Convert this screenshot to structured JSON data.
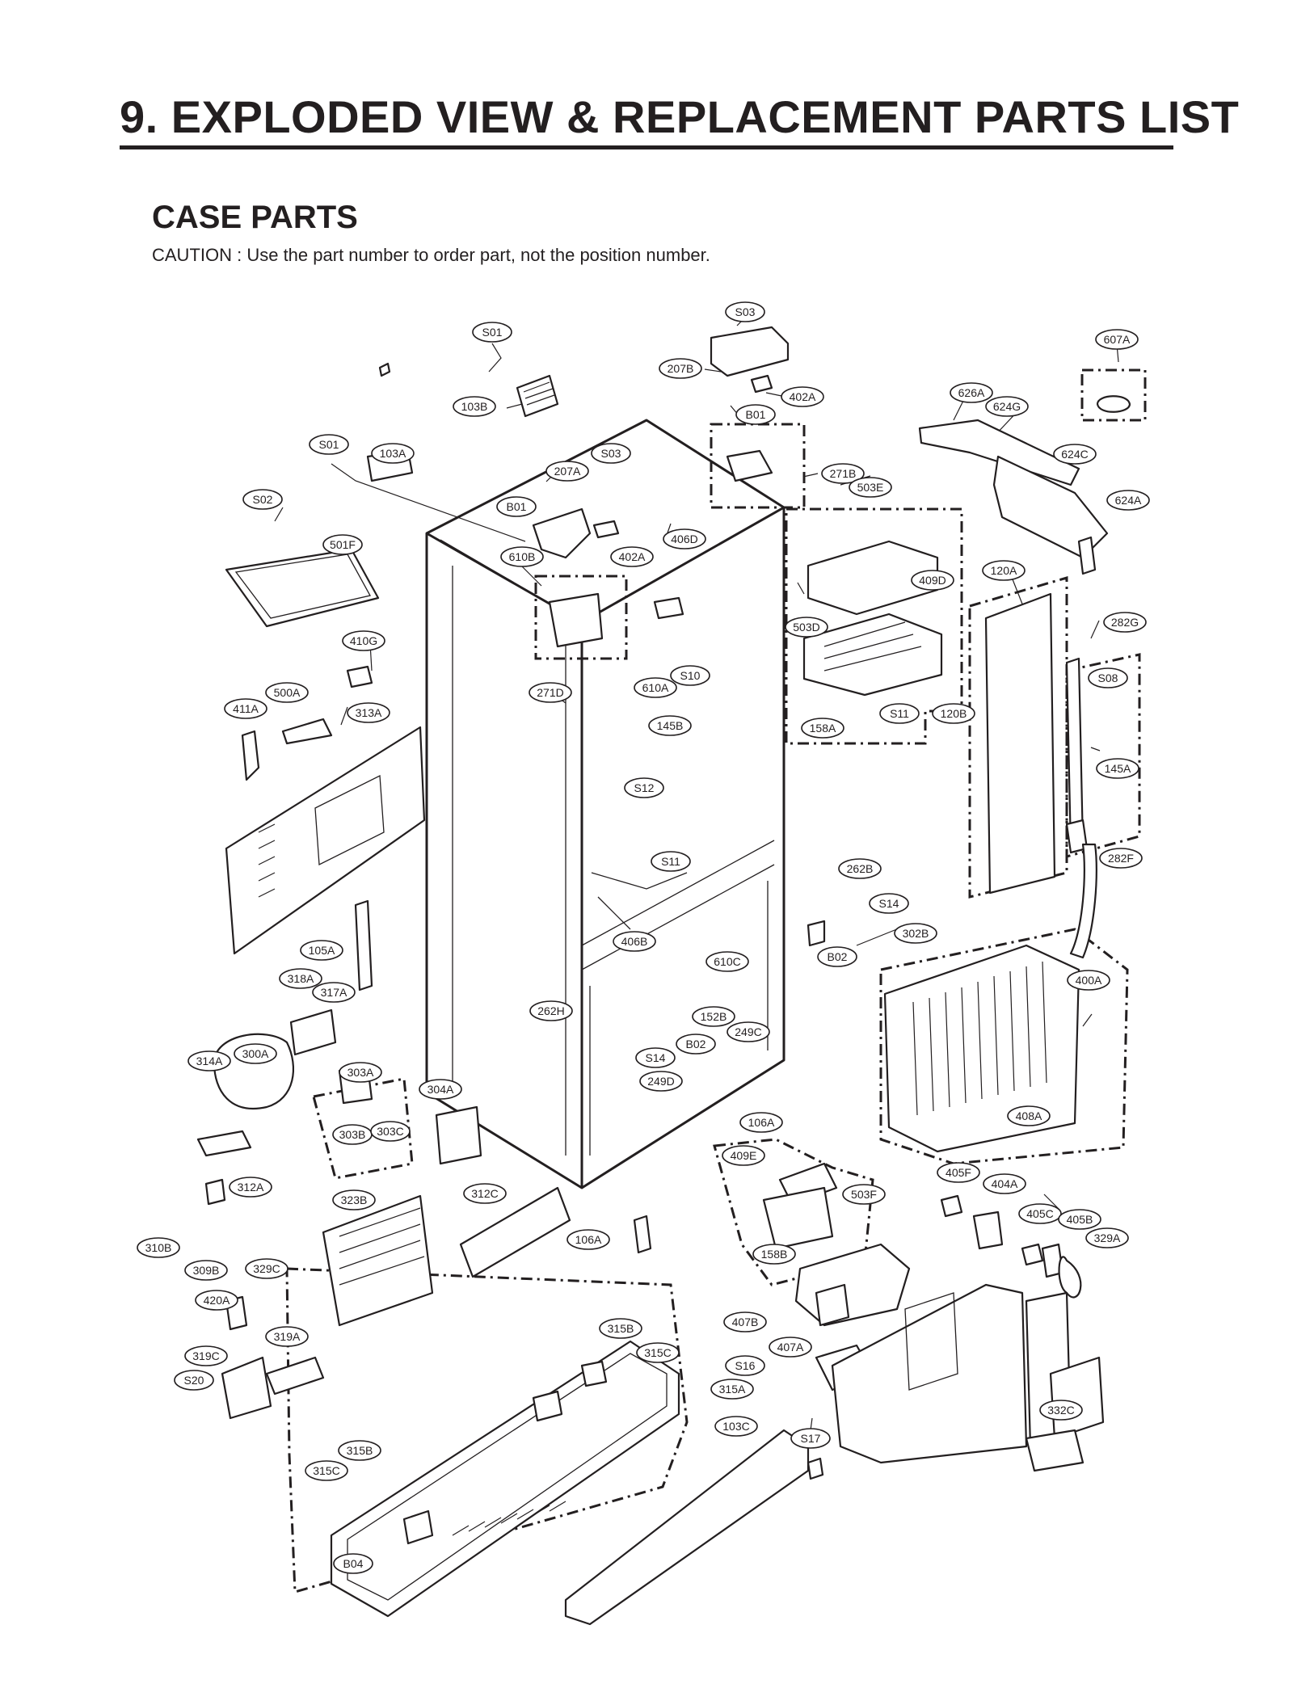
{
  "header": {
    "title": "9. EXPLODED VIEW & REPLACEMENT PARTS LIST",
    "section": "CASE PARTS",
    "caution": "CAUTION : Use the part number to order part, not the position number."
  },
  "callouts": [
    "S03",
    "S01",
    "607A",
    "207B",
    "103B",
    "402A",
    "B01",
    "626A",
    "624G",
    "S01",
    "103A",
    "S03",
    "207A",
    "271B",
    "503E",
    "624C",
    "S02",
    "B01",
    "406D",
    "624A",
    "501F",
    "610B",
    "402A",
    "120A",
    "409D",
    "282G",
    "503D",
    "410G",
    "271D",
    "610A",
    "S10",
    "S08",
    "500A",
    "411A",
    "313A",
    "145B",
    "S11",
    "120B",
    "158A",
    "145A",
    "S12",
    "S11",
    "282F",
    "262B",
    "S14",
    "302B",
    "406B",
    "B02",
    "105A",
    "610C",
    "318A",
    "400A",
    "317A",
    "262H",
    "152B",
    "249C",
    "B02",
    "S14",
    "314A",
    "300A",
    "303A",
    "249D",
    "304A",
    "106A",
    "408A",
    "303B",
    "303C",
    "409E",
    "405F",
    "312A",
    "404A",
    "312C",
    "503F",
    "323B",
    "405C",
    "405B",
    "329A",
    "106A",
    "158B",
    "310B",
    "309B",
    "329C",
    "420A",
    "315B",
    "407B",
    "319A",
    "315C",
    "407A",
    "319C",
    "S16",
    "S20",
    "315A",
    "332C",
    "103C",
    "315B",
    "315C",
    "S17",
    "B04"
  ]
}
